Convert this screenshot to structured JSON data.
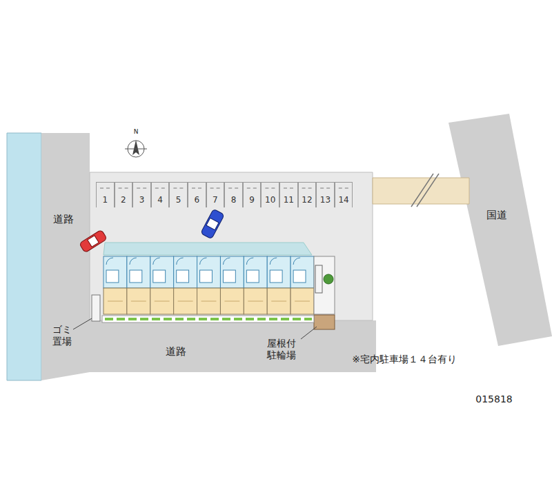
{
  "diagram": {
    "nodes": [
      {
        "text": [
          "1"
        ]
      },
      {
        "text": [
          "2"
        ]
      },
      {
        "text": [
          "3"
        ]
      },
      {
        "text": [
          "4"
        ]
      },
      {
        "text": [
          "5"
        ]
      },
      {
        "text": [
          "6"
        ]
      },
      {
        "text": [
          "7"
        ]
      },
      {
        "text": [
          "8"
        ]
      },
      {
        "text": [
          "9"
        ]
      },
      {
        "text": [
          "10"
        ]
      },
      {
        "text": [
          "11"
        ]
      },
      {
        "text": [
          "12"
        ]
      },
      {
        "text": [
          "13"
        ]
      },
      {
        "text": [
          "14"
        ]
      },
      {
        "text": [
          "道路"
        ]
      },
      {
        "text": [
          "国道"
        ]
      },
      {
        "text": [
          "道路"
        ]
      }
    ],
    "labels": [
      "N",
      "ゴミ 置場",
      "屋根付 駐輪場",
      "※宅内駐車場１４台有り",
      "015818"
    ]
  }
}
